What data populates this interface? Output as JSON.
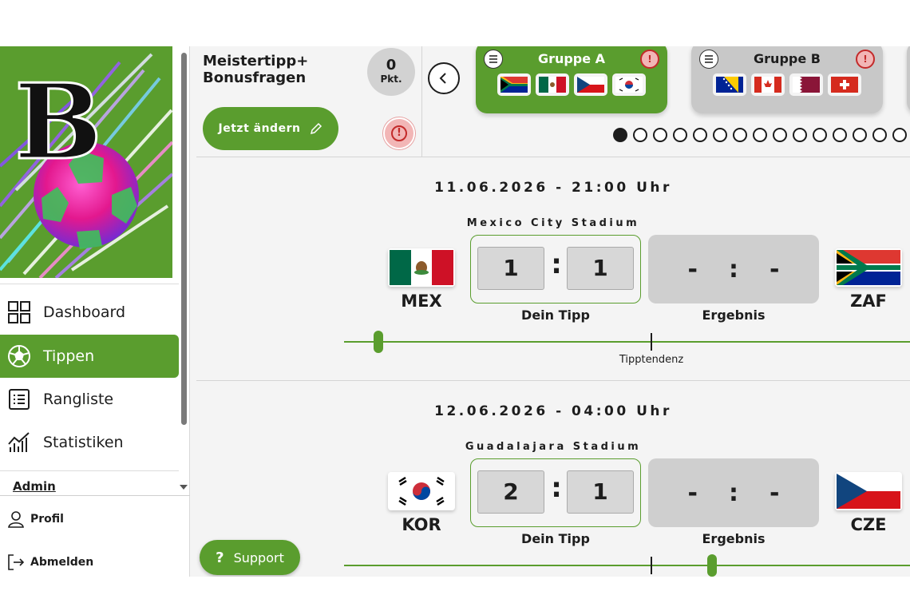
{
  "sidebar": {
    "logo_letter": "B",
    "nav": [
      {
        "label": "Dashboard",
        "icon": "grid-icon"
      },
      {
        "label": "Tippen",
        "icon": "football-icon",
        "active": true
      },
      {
        "label": "Rangliste",
        "icon": "list-icon"
      },
      {
        "label": "Statistiken",
        "icon": "chart-icon"
      }
    ],
    "admin_label": "Admin",
    "profile_label": "Profil",
    "logout_label": "Abmelden"
  },
  "meistertipp": {
    "title_line1": "Meistertipp+",
    "title_line2": "Bonusfragen",
    "points_value": "0",
    "points_label": "Pkt.",
    "change_button": "Jetzt ändern"
  },
  "groups": [
    {
      "title": "Gruppe A",
      "active": true,
      "flags": [
        "zaf",
        "mex",
        "cze",
        "kor"
      ]
    },
    {
      "title": "Gruppe B",
      "active": false,
      "flags": [
        "bih",
        "can",
        "qat",
        "sui"
      ]
    }
  ],
  "pagination": {
    "total": 15,
    "current": 1
  },
  "matches": [
    {
      "date": "11.06.2026 - 21:00 Uhr",
      "stadium": "Mexico City Stadium",
      "home": {
        "code": "MEX",
        "flag": "mex"
      },
      "away": {
        "code": "ZAF",
        "flag": "zaf"
      },
      "tip_home": "1",
      "tip_away": "1",
      "result_home": "-",
      "result_away": "-",
      "tip_label": "Dein Tipp",
      "result_label": "Ergebnis",
      "tendency_label": "Tipptendenz",
      "tendency": 0.06
    },
    {
      "date": "12.06.2026 - 04:00 Uhr",
      "stadium": "Guadalajara Stadium",
      "home": {
        "code": "KOR",
        "flag": "kor"
      },
      "away": {
        "code": "CZE",
        "flag": "cze"
      },
      "tip_home": "2",
      "tip_away": "1",
      "result_home": "-",
      "result_away": "-",
      "tip_label": "Dein Tipp",
      "result_label": "Ergebnis",
      "tendency": 0.65
    }
  ],
  "support_label": "Support",
  "colors": {
    "accent": "#5a9d2e",
    "warn": "#c32a2a",
    "panel": "#f4f4f4"
  }
}
